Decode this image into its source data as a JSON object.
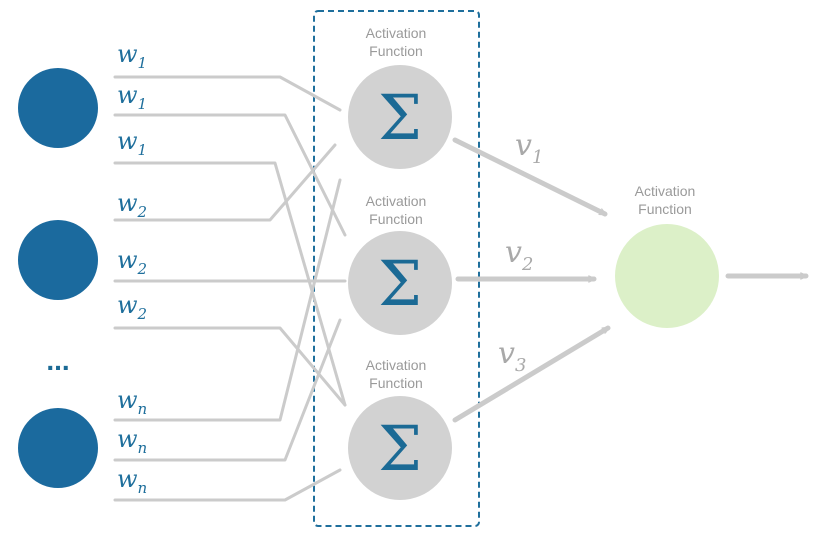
{
  "diagram": {
    "input_ellipsis": "...",
    "hidden_units": [
      {
        "symbol": "Σ",
        "label_line1": "Activation",
        "label_line2": "Function"
      },
      {
        "symbol": "Σ",
        "label_line1": "Activation",
        "label_line2": "Function"
      },
      {
        "symbol": "Σ",
        "label_line1": "Activation",
        "label_line2": "Function"
      }
    ],
    "output_unit": {
      "label_line1": "Activation",
      "label_line2": "Function"
    },
    "weights": [
      {
        "base": "w",
        "sub": "1"
      },
      {
        "base": "w",
        "sub": "1"
      },
      {
        "base": "w",
        "sub": "1"
      },
      {
        "base": "w",
        "sub": "2"
      },
      {
        "base": "w",
        "sub": "2"
      },
      {
        "base": "w",
        "sub": "2"
      },
      {
        "base": "w",
        "sub": "n"
      },
      {
        "base": "w",
        "sub": "n"
      },
      {
        "base": "w",
        "sub": "n"
      }
    ],
    "output_weights": [
      {
        "base": "v",
        "sub": "1"
      },
      {
        "base": "v",
        "sub": "2"
      },
      {
        "base": "v",
        "sub": "3"
      }
    ],
    "colors": {
      "input_node": "#1b6a9e",
      "hidden_node": "#d2d2d2",
      "sigma": "#1b6a95",
      "output_node": "#dcf0c8",
      "connection": "#cbcbcb",
      "dashed_box": "#1f6f9c",
      "weight_label": "#1f6f9c",
      "v_label": "#a9a9a9",
      "activation_label": "#9a9a9a"
    }
  }
}
